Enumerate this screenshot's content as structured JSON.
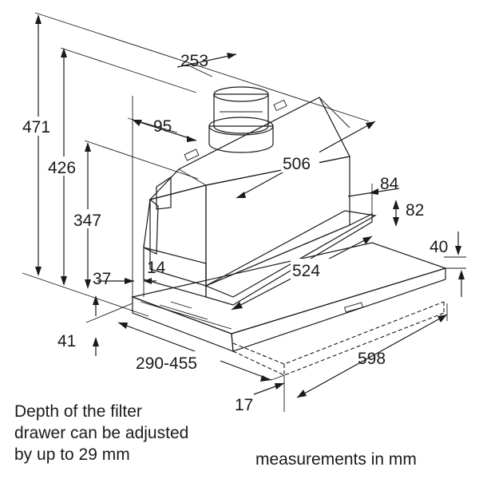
{
  "dimensions": {
    "d471": "471",
    "d426": "426",
    "d347": "347",
    "d253": "253",
    "d95": "95",
    "d506": "506",
    "d84": "84",
    "d82": "82",
    "d40": "40",
    "d524": "524",
    "d37": "37",
    "d14": "14",
    "d41": "41",
    "d290_455": "290-455",
    "d598": "598",
    "d17": "17"
  },
  "notes": {
    "filter_line1": "Depth of the filter",
    "filter_line2": "drawer can be adjusted",
    "filter_line3": "by up to 29 mm",
    "units": "measurements in mm"
  }
}
